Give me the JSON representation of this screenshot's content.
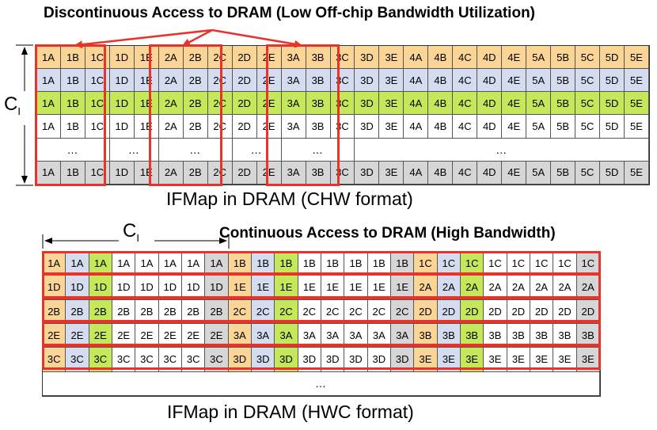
{
  "top": {
    "title": "Discontinuous Access to DRAM (Low Off-chip Bandwidth Utilization)",
    "caption": "IFMap in DRAM (CHW format)",
    "cl_label": "C",
    "cl_sub": "I",
    "cells": [
      "1A",
      "1B",
      "1C",
      "1D",
      "1E",
      "2A",
      "2B",
      "2C",
      "2D",
      "2E",
      "3A",
      "3B",
      "3C",
      "3D",
      "3E",
      "4A",
      "4B",
      "4C",
      "4D",
      "4E",
      "5A",
      "5B",
      "5C",
      "5D",
      "5E"
    ],
    "row_colors": [
      "#fbd596",
      "#d5dcf0",
      "#c5e85a",
      "#ffffff",
      "#ffffff",
      "#d6d6d6"
    ],
    "ellipsis": "…"
  },
  "bottom": {
    "title": "Continuous Access to DRAM (High Bandwidth)",
    "caption": "IFMap in DRAM (HWC format)",
    "cl_label": "C",
    "cl_sub": "I",
    "groups": [
      "1A",
      "1B",
      "1C",
      "1D",
      "1E",
      "2A",
      "2B",
      "2C",
      "2D",
      "2E",
      "3A",
      "3B",
      "3C",
      "3D",
      "3E"
    ],
    "group_colors": [
      "#fbd596",
      "#d5dcf0",
      "#c5e85a",
      "#ffffff",
      "#ffffff",
      "#ffffff",
      "#ffffff",
      "#d6d6d6"
    ],
    "ellipsis": "…"
  },
  "colors": {
    "highlight": "#e8332a"
  }
}
